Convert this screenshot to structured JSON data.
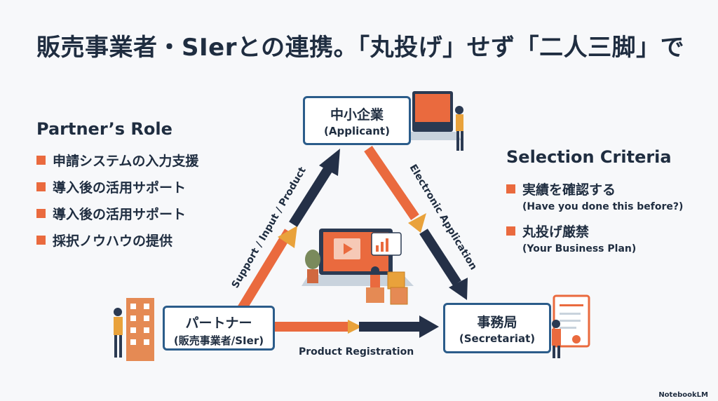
{
  "title": "販売事業者・SIerとの連携。「丸投げ」せず「二人三脚」で",
  "partner_role": {
    "heading": "Partner’s Role",
    "items": [
      "申請システムの入力支援",
      "導入後の活用サポート",
      "導入後の活用サポート",
      "採択ノウハウの提供"
    ]
  },
  "selection_criteria": {
    "heading": "Selection Criteria",
    "items": [
      {
        "label": "実績を確認する",
        "sub": "(Have you done this before?)"
      },
      {
        "label": "丸投げ厳禁",
        "sub": "(Your Business Plan)"
      }
    ]
  },
  "nodes": {
    "applicant": {
      "line1": "中小企業",
      "line2": "(Applicant)"
    },
    "partner": {
      "line1": "パートナー",
      "line2": "(販売事業者/SIer)"
    },
    "secretariat": {
      "line1": "事務局",
      "line2": "(Secretariat)"
    }
  },
  "edges": {
    "partner_to_applicant": "Support / Input / Product",
    "applicant_to_secretariat": "Electronic Application",
    "partner_to_secretariat": "Product Registration"
  },
  "colors": {
    "accent": "#ea6a3e",
    "navy": "#1f2d40",
    "border": "#2b5c8a"
  },
  "footer": {
    "logo": "NotebookLM"
  }
}
